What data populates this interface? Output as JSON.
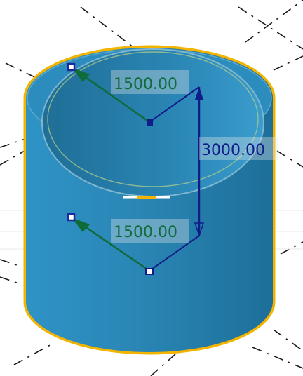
{
  "viewport": {
    "background": "#ffffff",
    "guide_color": "#1a1a1a"
  },
  "model": {
    "body_color": "#2a86b5",
    "rim_color": "#1e6f9a",
    "selection_outline": "#f2b400"
  },
  "dimensions": {
    "radius_top": {
      "value": "1500.00",
      "color": "#0f6b3a"
    },
    "height": {
      "value": "3000.00",
      "color": "#101c8a"
    },
    "radius_bottom": {
      "value": "1500.00",
      "color": "#0f6b3a"
    }
  }
}
